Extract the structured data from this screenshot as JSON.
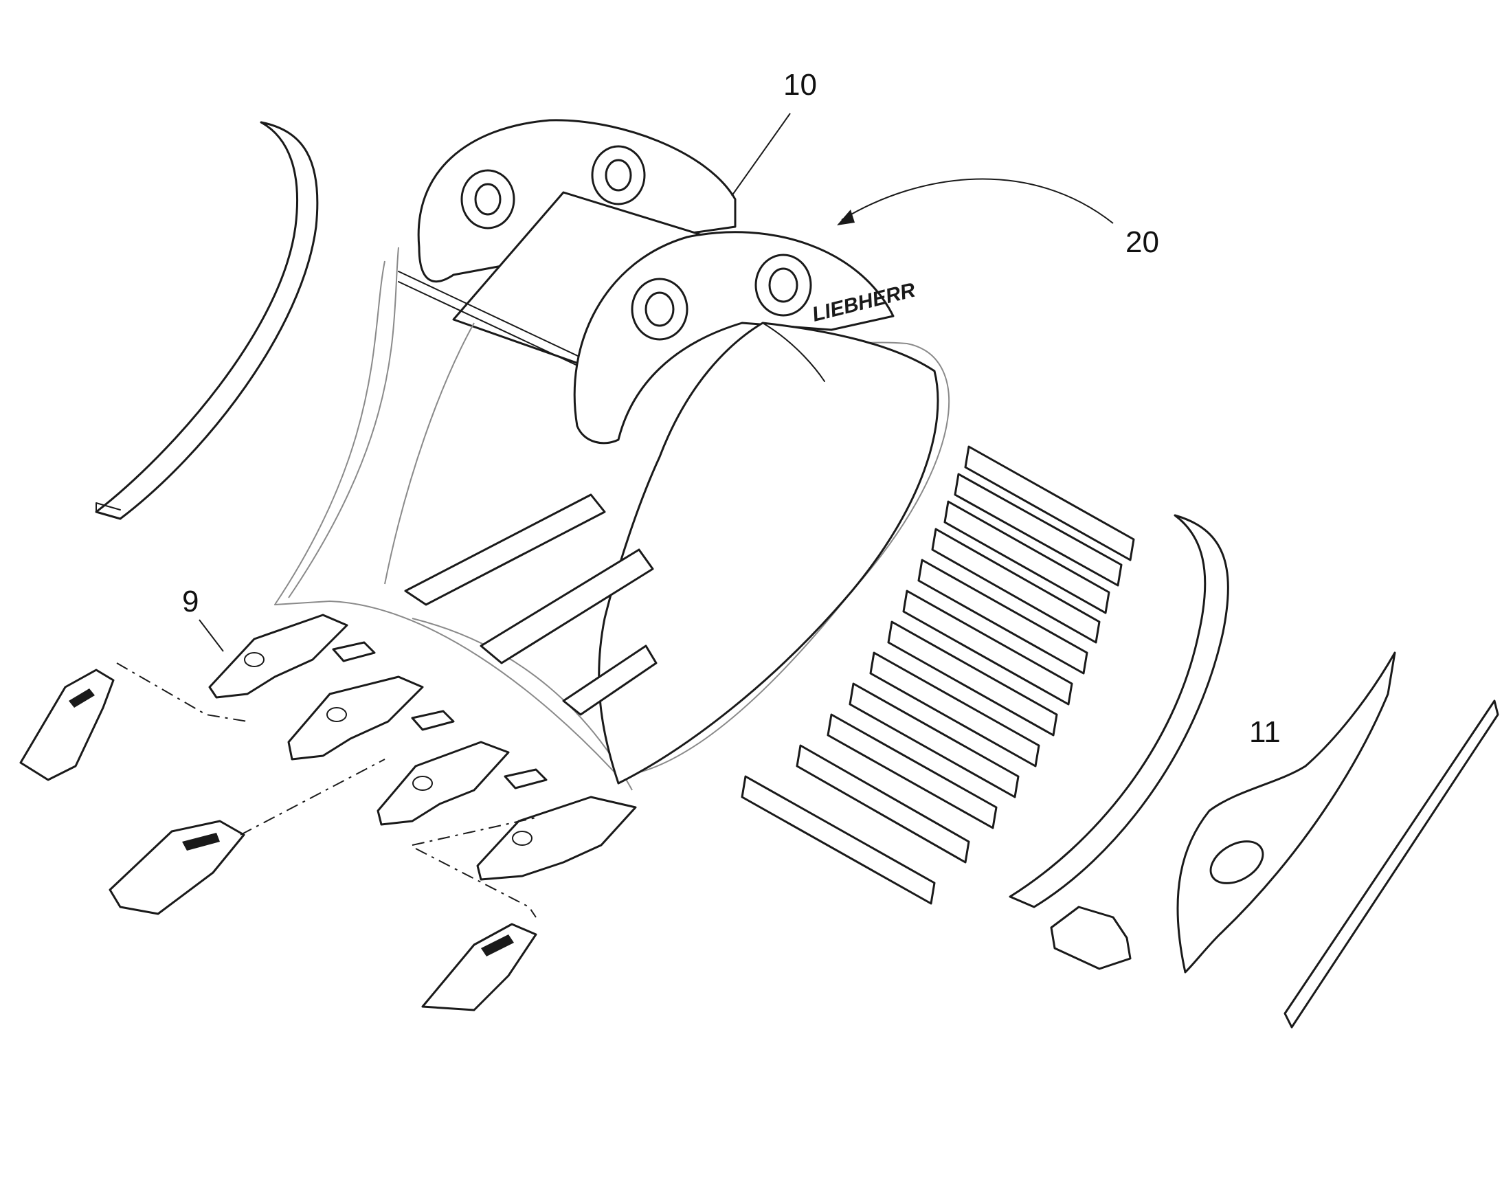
{
  "labels": {
    "bucket_body": "10",
    "bucket_assembly": "20",
    "tooth_system": "9",
    "wear_parts": "11",
    "brand_mark": "LIEBHERR"
  }
}
